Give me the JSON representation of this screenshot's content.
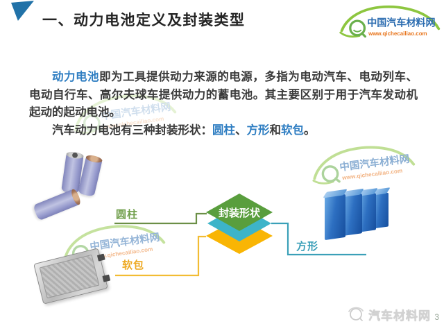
{
  "slide": {
    "title": "一、动力电池定义及封装类型",
    "page_number": "3"
  },
  "logo": {
    "brand": "中国汽车材料网",
    "url": "www.qichecailiao.com"
  },
  "paragraph": {
    "keyword": "动力电池",
    "sentence1_rest": "即为工具提供动力来源的电源，多指为电动汽车、电动列车、电动自行车、高尔夫球车提供动力的蓄电池。其主要区别于用于汽车发动机起动的起动电池。",
    "sentence2_prefix": "汽车动力电池有三种封装形状：",
    "shape_cylinder": "圆柱",
    "separator1": "、",
    "shape_prismatic": "方形",
    "separator2": "和",
    "shape_pouch": "软包",
    "period": "。"
  },
  "diagram": {
    "center_label": "封装形状",
    "cylinder_label": "圆柱",
    "prismatic_label": "方形",
    "pouch_label": "软包",
    "colors": {
      "green_diamond": "#599e3d",
      "teal_diamond": "#3db4c9",
      "yellow_diamond": "#f9b504",
      "keyword_blue": "#2f7ec2",
      "title_triangle_blue": "#2172a8",
      "logo_green": "#8dc63f",
      "logo_blue": "#2b6cb0",
      "logo_orange": "#e8761e"
    }
  },
  "footer": {
    "brand": "汽车材料网",
    "page": "3"
  }
}
